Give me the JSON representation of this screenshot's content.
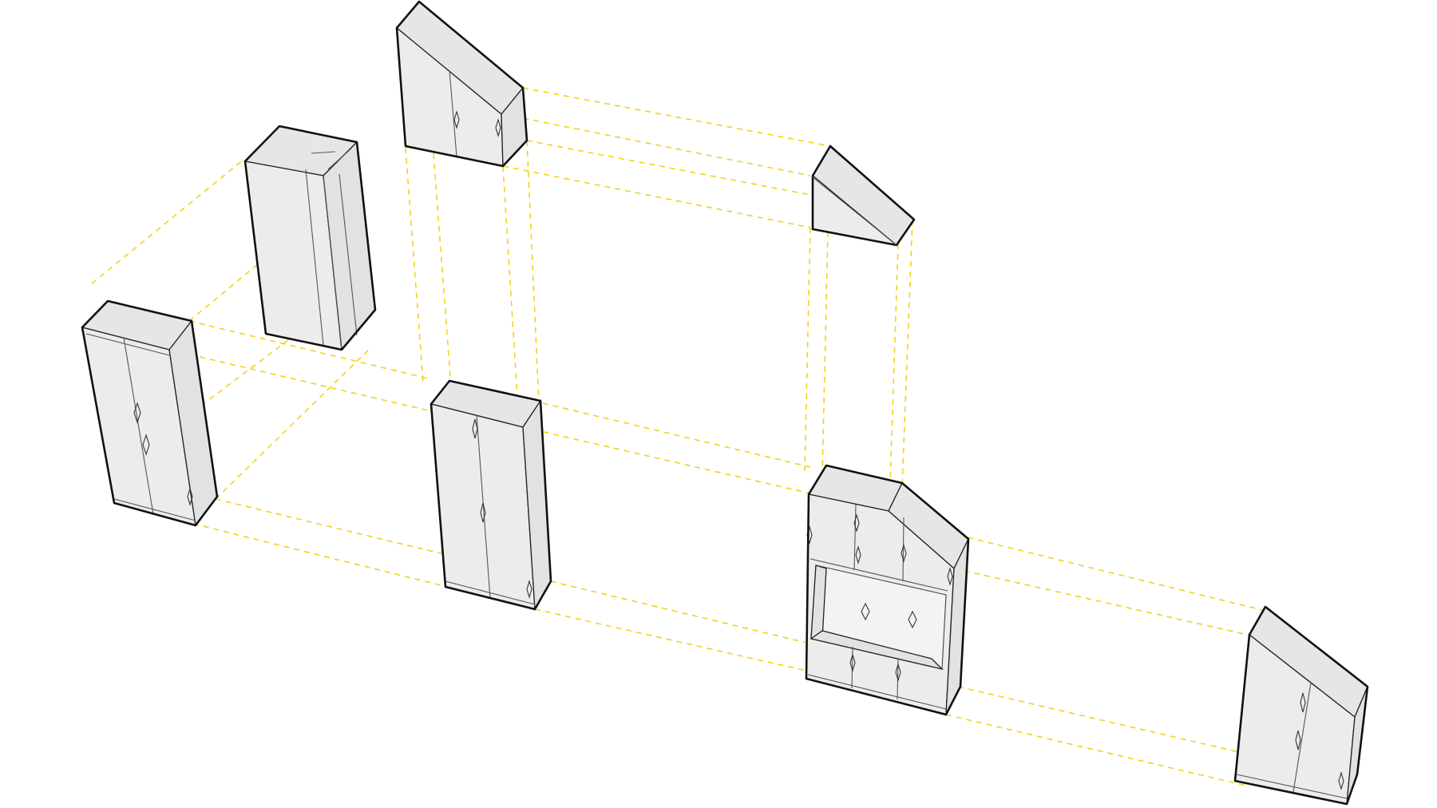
{
  "diagram": {
    "kind": "exploded-isometric-furniture-modules",
    "colors": {
      "guide_lines": "#f2d21b",
      "panel_fill": "#ececec",
      "outline": "#111111"
    },
    "modules": [
      {
        "id": "tall-cabinet-left",
        "doors": 2
      },
      {
        "id": "tall-cabinet-back",
        "doors": 2
      },
      {
        "id": "sloped-cabinet-top",
        "doors": 2
      },
      {
        "id": "wedge-cap",
        "doors": 0
      },
      {
        "id": "tall-cabinet-middle",
        "doors": 2
      },
      {
        "id": "combo-unit-with-open-shelf",
        "doors": 6
      },
      {
        "id": "sloped-cabinet-right",
        "doors": 2
      }
    ]
  }
}
